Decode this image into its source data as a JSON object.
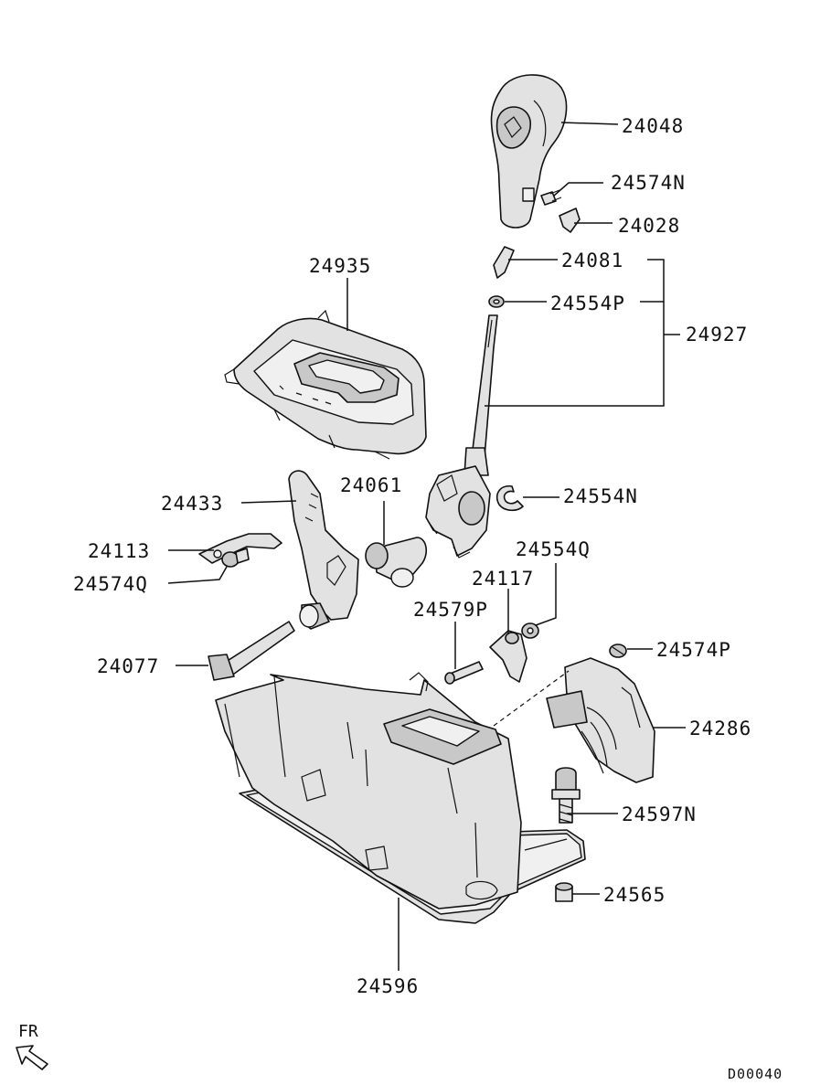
{
  "diagram_code": "D00040",
  "orientation_mark": "FR",
  "callouts": {
    "knob": "24048",
    "knob_screw": "24574N",
    "knob_clip": "24028",
    "lever_button_pin": "24081",
    "lever_snap_ring": "24554P",
    "lever_assembly": "24927",
    "indicator_panel": "24935",
    "lever_clip": "24554N",
    "detent_plate": "24433",
    "detent_bracket": "24113",
    "detent_screw": "24574Q",
    "pivot_bushing": "24061",
    "bracket_washer": "24554Q",
    "lock_cam": "24117",
    "cam_pin": "24579P",
    "pivot_shaft": "24077",
    "switch_screw": "24574P",
    "switch_harness": "24286",
    "mount_bolt": "24597N",
    "bolt_collar": "24565",
    "base_housing": "24596"
  }
}
